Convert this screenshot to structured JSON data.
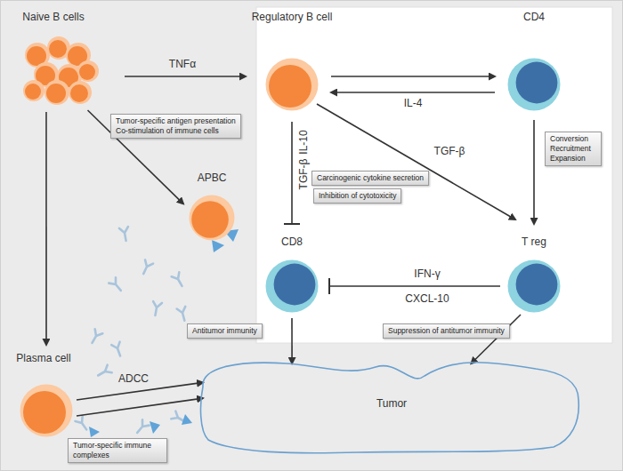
{
  "diagram": {
    "nodes": [
      {
        "text": [
          "Naive B cells"
        ]
      },
      {
        "text": [
          "Regulatory B cell"
        ]
      },
      {
        "text": [
          "CD4"
        ]
      },
      {
        "text": [
          "Tumor-specific antigen presentation",
          "Co-stimulation of immune cells"
        ]
      },
      {
        "text": [
          "APBC"
        ]
      },
      {
        "text": [
          "Carcinogenic cytokine secretion"
        ]
      },
      {
        "text": [
          "Inhibition of cytotoxicity"
        ]
      },
      {
        "text": [
          "Conversion Recruitment Expansion"
        ]
      },
      {
        "text": [
          "CD8"
        ]
      },
      {
        "text": [
          "T reg"
        ]
      },
      {
        "text": [
          "Antitumor immunity"
        ]
      },
      {
        "text": [
          "Suppression of antitumor immunity"
        ]
      },
      {
        "text": [
          "Plasma cell"
        ]
      },
      {
        "text": [
          "Tumor"
        ]
      },
      {
        "text": [
          "Tumor-specific immune complexes"
        ]
      }
    ],
    "edges": [
      {
        "from": 0,
        "to": 1,
        "label": "TNFα",
        "arrow": "to"
      },
      {
        "from": 1,
        "to": 2,
        "arrow": "to"
      },
      {
        "from": 2,
        "to": 1,
        "label": "IL-4",
        "arrow": "to"
      },
      {
        "from": 1,
        "to": 8,
        "label": "IL-10",
        "arrow": "to"
      },
      {
        "from": 1,
        "to": 9,
        "label": "TGF-β",
        "arrow": "to"
      },
      {
        "from": 2,
        "to": 9,
        "arrow": "to"
      },
      {
        "from": 9,
        "to": 8,
        "label": "IFN-γ",
        "arrow": "to"
      },
      {
        "from": 0,
        "to": 4,
        "arrow": "to"
      },
      {
        "from": 0,
        "to": 12,
        "arrow": "to"
      },
      {
        "from": 8,
        "to": 13,
        "arrow": "to"
      },
      {
        "from": 9,
        "to": 13,
        "arrow": "to"
      },
      {
        "from": 12,
        "to": 13,
        "label": "ADCC",
        "arrow": "to"
      },
      {
        "from": 12,
        "to": 13,
        "arrow": "to"
      }
    ],
    "labels": [
      "TGF-β",
      "CXCL-10"
    ]
  }
}
